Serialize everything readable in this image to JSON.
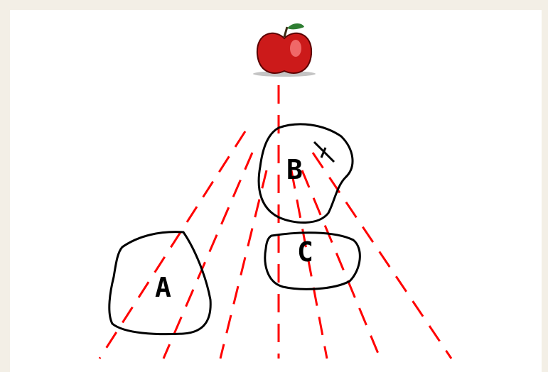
{
  "diagram": {
    "labels": {
      "a": "A",
      "b": "B",
      "c": "C"
    },
    "icons": {
      "light_source": "apple-icon"
    },
    "colors": {
      "background": "#f3efe6",
      "canvas": "#ffffff",
      "rays": "#ff0000",
      "outlines": "#000000",
      "apple_red": "#cc1a1a",
      "apple_leaf": "#2e7d32"
    }
  }
}
